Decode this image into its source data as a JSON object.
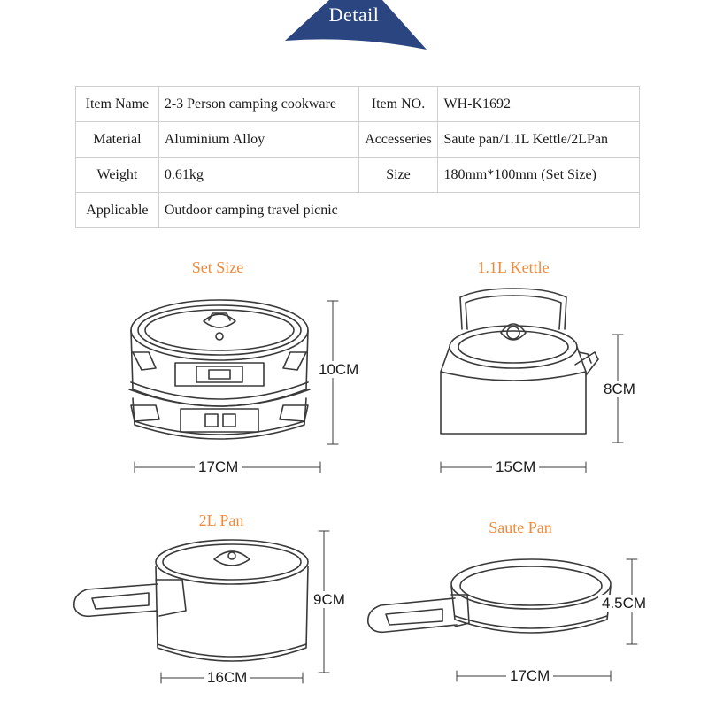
{
  "header": {
    "title": "Detail",
    "banner_color": "#2a4580"
  },
  "spec_table": [
    [
      {
        "k": "Item Name",
        "v": "2-3 Person camping cookware"
      },
      {
        "k": "Item NO.",
        "v": "WH-K1692"
      }
    ],
    [
      {
        "k": "Material",
        "v": "Aluminium Alloy"
      },
      {
        "k": "Accesseries",
        "v": "Saute pan/1.1L Kettle/2LPan"
      }
    ],
    [
      {
        "k": "Weight",
        "v": "0.61kg"
      },
      {
        "k": "Size",
        "v": "180mm*100mm (Set Size)"
      }
    ],
    [
      {
        "k": "Applicable",
        "v": "Outdoor camping travel picnic"
      }
    ]
  ],
  "products": {
    "set": {
      "title": "Set Size",
      "width": "17CM",
      "height": "10CM"
    },
    "kettle": {
      "title": "1.1L Kettle",
      "width": "15CM",
      "height": "8CM"
    },
    "pan2l": {
      "title": "2L Pan",
      "width": "16CM",
      "height": "9CM"
    },
    "saute": {
      "title": "Saute Pan",
      "width": "17CM",
      "height": "4.5CM"
    }
  },
  "colors": {
    "caption": "#f08a3a",
    "line_art": "#3a3a3a"
  }
}
